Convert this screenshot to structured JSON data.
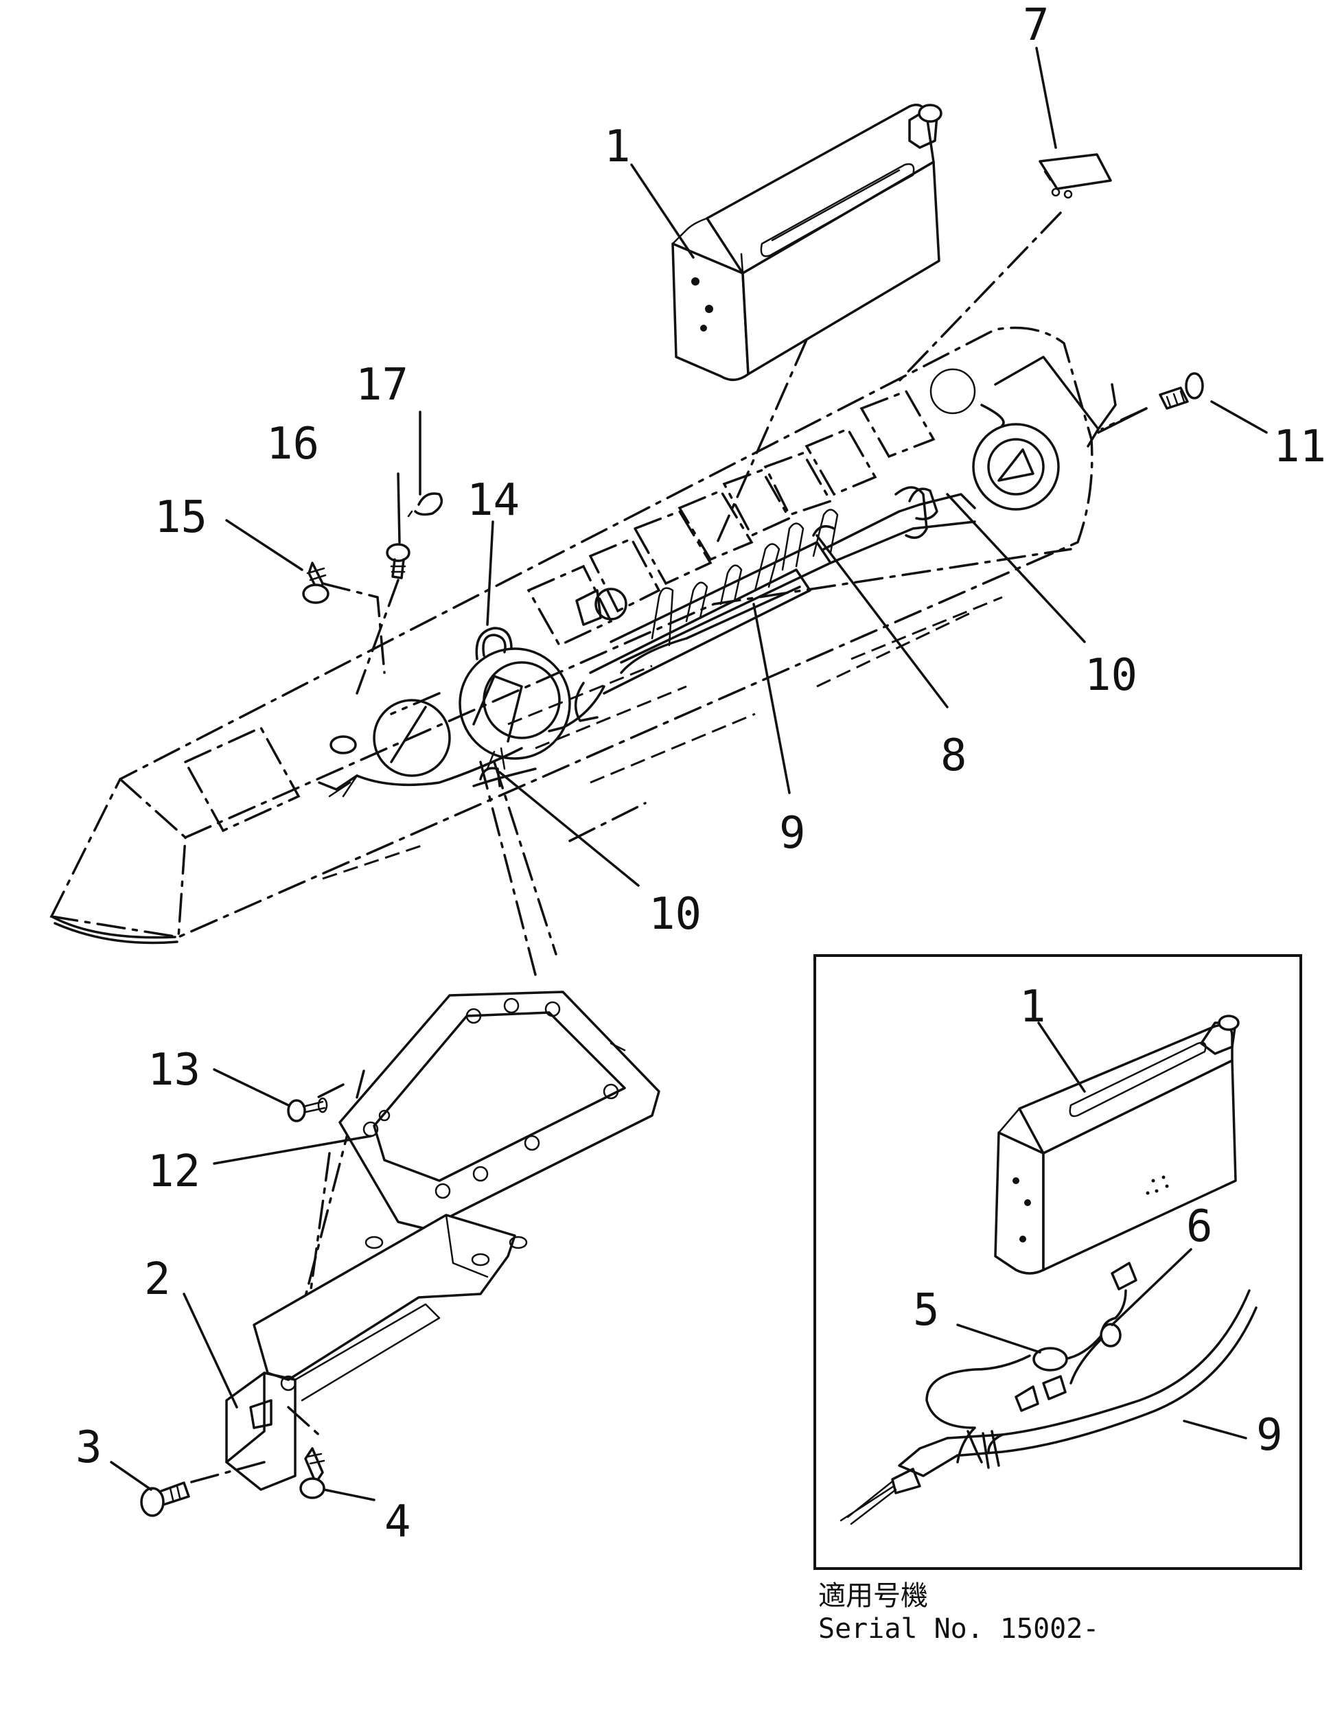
{
  "callouts": {
    "c1_top": "1",
    "c7": "7",
    "c17": "17",
    "c16": "16",
    "c14": "14",
    "c15": "15",
    "c11": "11",
    "c10_right": "10",
    "c8": "8",
    "c9_main": "9",
    "c10_lower": "10",
    "c13": "13",
    "c12": "12",
    "c2": "2",
    "c3": "3",
    "c4": "4",
    "c1_inset": "1",
    "c6": "6",
    "c5": "5",
    "c9_inset": "9"
  },
  "caption": {
    "line1": "適用号機",
    "line2": "Serial No. 15002-"
  }
}
